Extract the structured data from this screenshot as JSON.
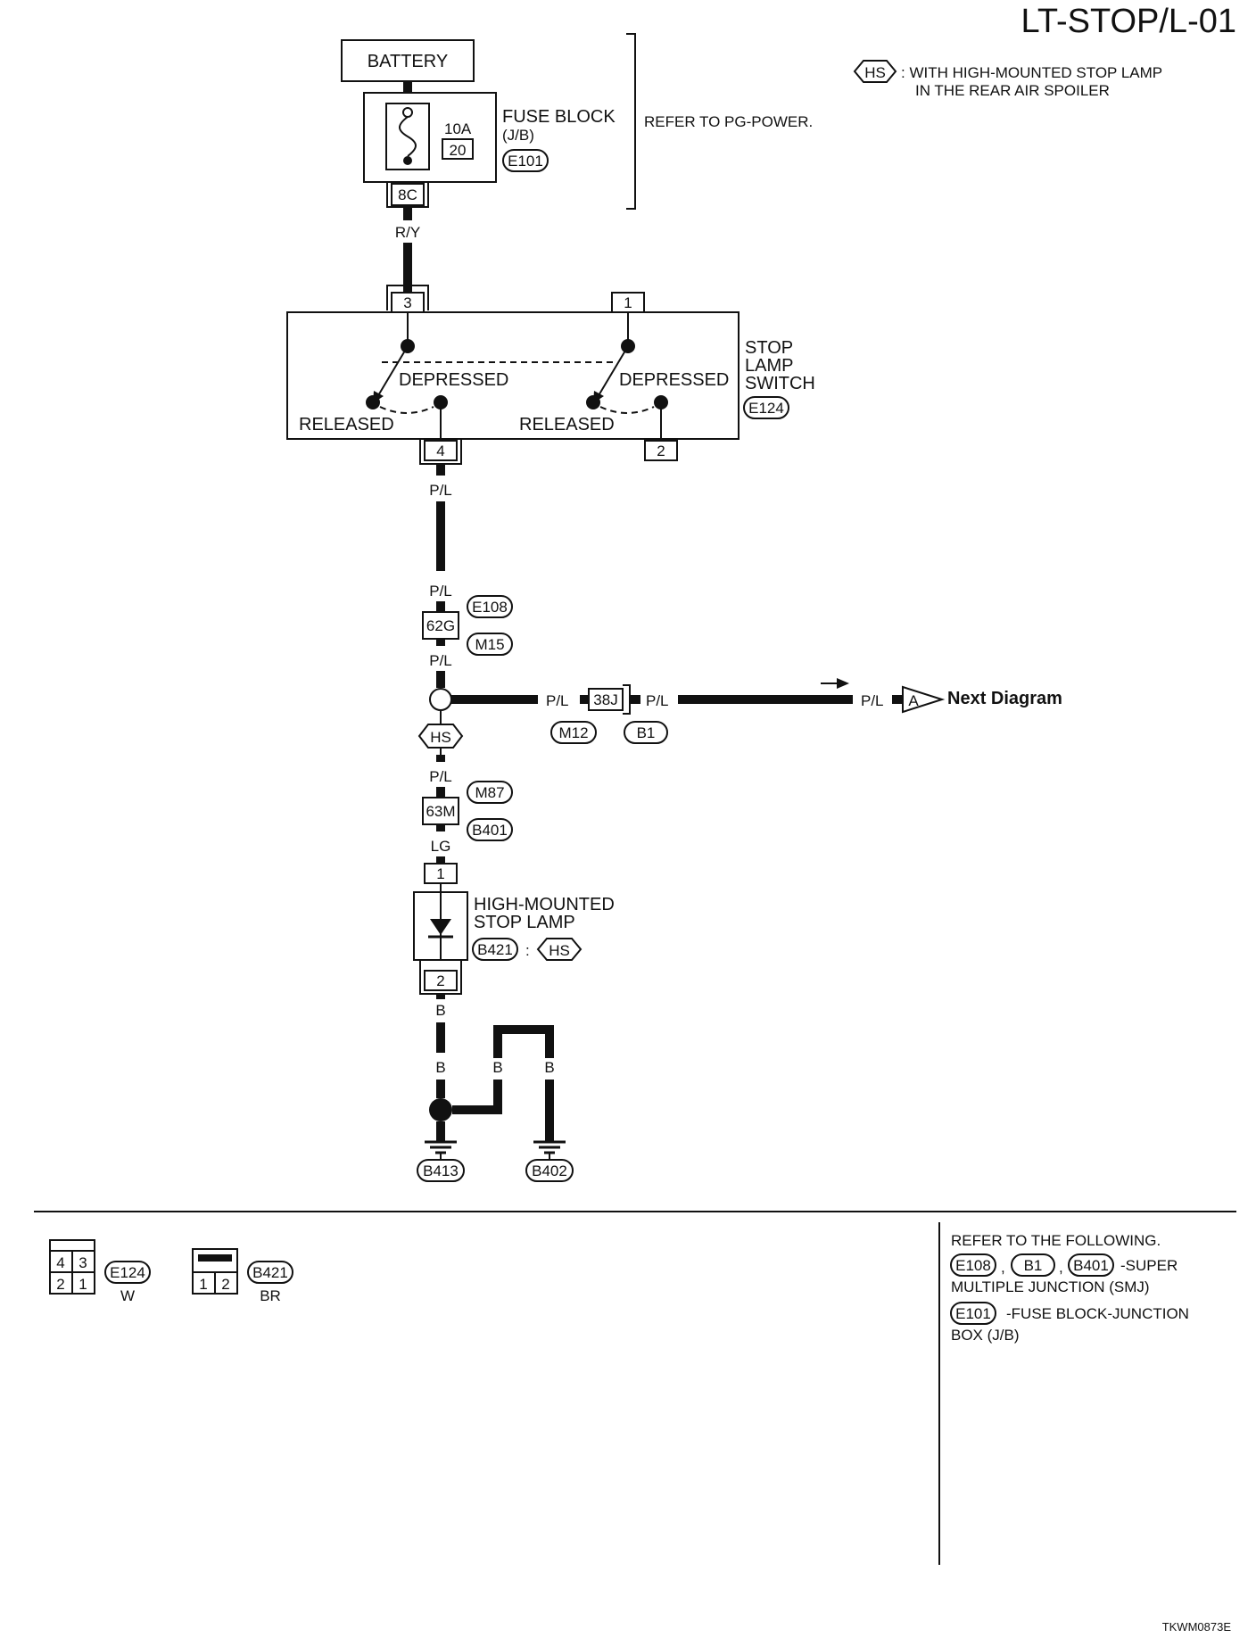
{
  "page": {
    "title": "LT-STOP/L-01",
    "doc_code": "TKWM0873E"
  },
  "legend": {
    "hs_tag": "HS",
    "hs_text_1": ": WITH HIGH-MOUNTED STOP LAMP",
    "hs_text_2": "IN THE REAR AIR SPOILER"
  },
  "battery": {
    "label": "BATTERY"
  },
  "fuse_block": {
    "rating": "10A",
    "number": "20",
    "name_1": "FUSE BLOCK",
    "name_2": "(J/B)",
    "connector": "E101",
    "terminal": "8C"
  },
  "refer_power": "REFER TO PG-POWER.",
  "stop_lamp_switch": {
    "name_1": "STOP",
    "name_2": "LAMP",
    "name_3": "SWITCH",
    "connector": "E124",
    "pin_3": "3",
    "pin_1": "1",
    "pin_4": "4",
    "pin_2": "2",
    "depressed": "DEPRESSED",
    "released": "RELEASED"
  },
  "wires": {
    "ry": "R/Y",
    "pl": "P/L",
    "lg": "LG",
    "b": "B"
  },
  "junctions": {
    "e108": "E108",
    "m15": "M15",
    "t62g": "62G",
    "m12": "M12",
    "b1": "B1",
    "t38j": "38J",
    "m87": "M87",
    "b401": "B401",
    "t63m": "63M"
  },
  "next": {
    "letter": "A",
    "label": "Next Diagram"
  },
  "hs_marker": "HS",
  "high_mounted_lamp": {
    "name_1": "HIGH-MOUNTED",
    "name_2": "STOP LAMP",
    "connector": "B421",
    "colon": ":",
    "tag": "HS",
    "pin_1": "1",
    "pin_2": "2"
  },
  "grounds": {
    "g1": "B413",
    "g2": "B402"
  },
  "connector_views": {
    "e124": {
      "pins": [
        "4",
        "3",
        "2",
        "1"
      ],
      "id": "E124",
      "color": "W"
    },
    "b421": {
      "pins": [
        "1",
        "2"
      ],
      "id": "B421",
      "color": "BR"
    }
  },
  "references": {
    "line_1": "REFER TO THE FOLLOWING.",
    "smj_ids": [
      "E108",
      "B1",
      "B401"
    ],
    "comma": ",",
    "smj_text_1": "-SUPER",
    "smj_text_2": "MULTIPLE JUNCTION (SMJ)",
    "jb_id": "E101",
    "jb_text_1": "-FUSE BLOCK-JUNCTION",
    "jb_text_2": "BOX (J/B)"
  }
}
